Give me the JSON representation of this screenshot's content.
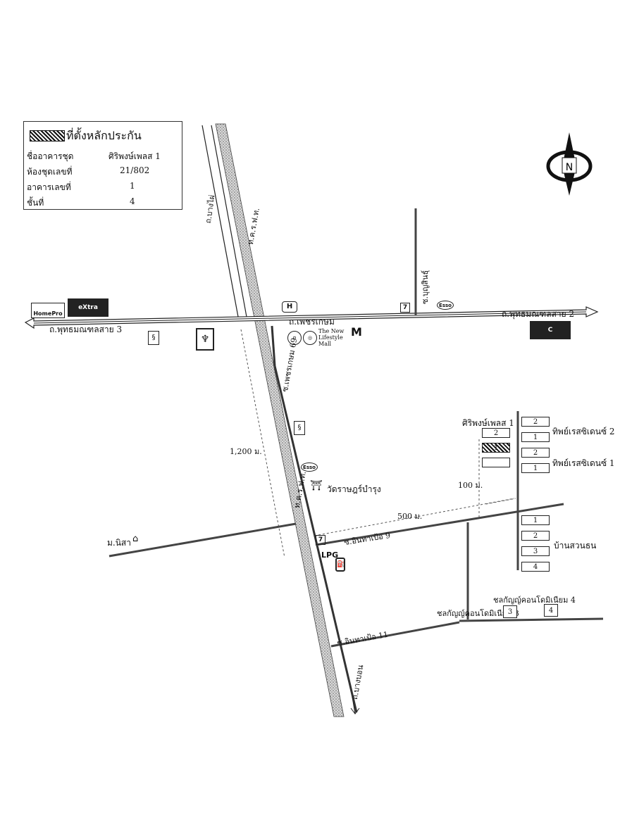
{
  "legend": {
    "title": "ที่ตั้งหลักประกัน",
    "rows": [
      {
        "label": "ชื่ออาคารชุด",
        "value": "ศิริพงษ์เพลส 1"
      },
      {
        "label": "ห้องชุดเลขที่",
        "value": "21/802"
      },
      {
        "label": "อาคารเลขที่",
        "value": "1"
      },
      {
        "label": "ชั้นที่",
        "value": "4"
      }
    ]
  },
  "compass": {
    "letter": "N"
  },
  "roads": {
    "main_road": "ถ.เพชรเกษม",
    "road_right": "ถ.พุทธมณฑลสาย 2",
    "road_left": "ถ.พุทธมณฑลสาย 3",
    "vertical_left": "ถ.บางไผ่",
    "railway": "ท.ค.ร.ฟ.ท.",
    "vertical_center": "ซ.เพชรเกษม 69",
    "vertical_top": "ซ.บุญสินธุ์",
    "vertical_bottom": "ถ.บางบอน",
    "soi9": "ซ.อินทาเป้อ 9",
    "soi11": "ซ.อินทาเป้อ 11"
  },
  "distances": {
    "d1200": "1,200 ม.",
    "d500": "500 ม.",
    "d100": "100 ม."
  },
  "places": {
    "temple": "วัดราษฎร์บำรุง",
    "village_left": "ม.นิสา",
    "condo_target": "ศิริพงษ์เพลส 1",
    "residence2": "ทิพย์เรสซิเดนซ์ 2",
    "residence1": "ทิพย์เรสซิเดนซ์ 1",
    "ban_suan": "บ้านสวนธน",
    "condo4": "ชลกัญญ์คอนโดมิเนียม 4",
    "condo3": "ชลกัญญ์คอนโดมิเนียม 3"
  },
  "logos": {
    "homepro": "HomePro",
    "extra": "eXtra",
    "esso": "Esso",
    "seven": "7",
    "mall": "The New Lifestyle Mall",
    "lpg": "LPG"
  },
  "buildings": {
    "condo_top": "2",
    "condo_target": "1",
    "res2_top": "2",
    "res2_bottom": "1",
    "res1_top": "2",
    "res1_bottom": "1",
    "ban": [
      "1",
      "2",
      "3",
      "4"
    ],
    "condo3": "3",
    "condo4": "4"
  },
  "colors": {
    "ink": "#111111",
    "rail_fill": "#bdbdbd",
    "road_fill": "#ffffff"
  }
}
